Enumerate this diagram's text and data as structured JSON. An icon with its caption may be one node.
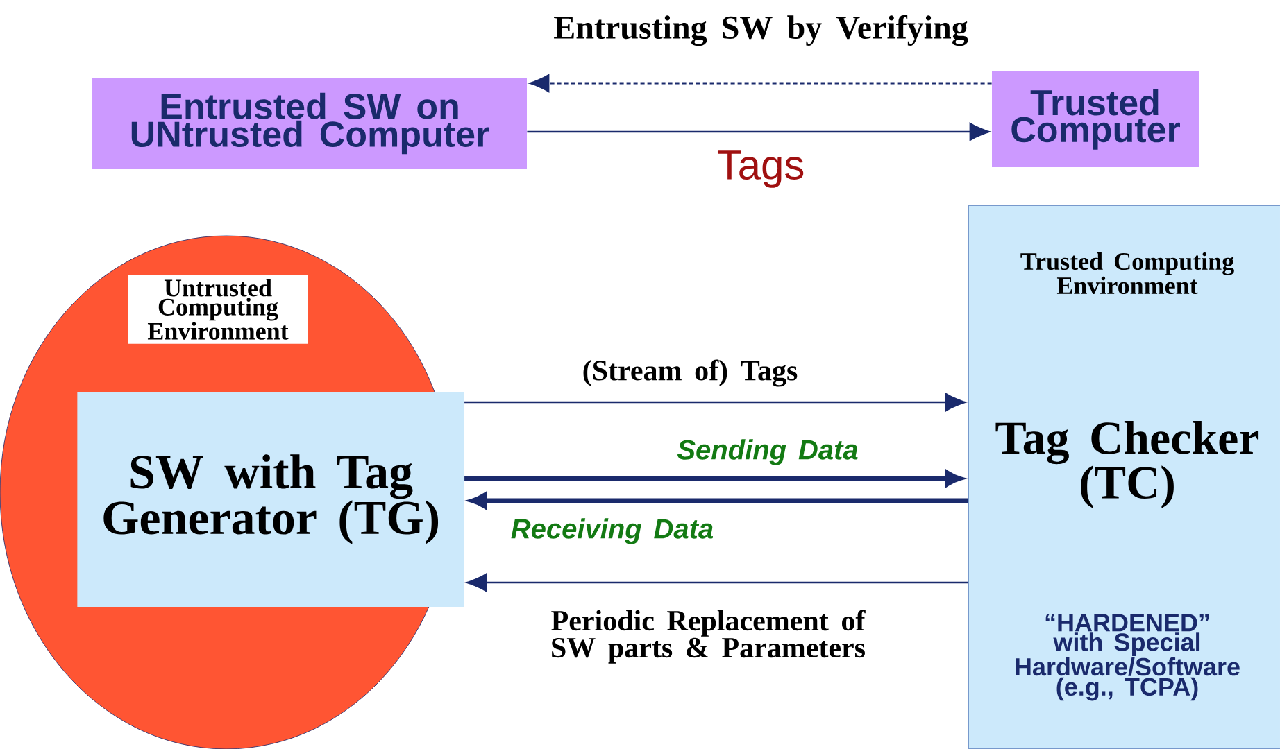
{
  "diagram": {
    "title": "Entrusting SW by Verifying",
    "nodes": [
      {
        "text": [
          "Entrusted SW on UNtrusted Computer"
        ]
      },
      {
        "text": [
          "Trusted Computer"
        ]
      },
      {
        "text": [
          "Untrusted Computing Environment"
        ]
      },
      {
        "text": [
          "SW with Tag Generator (TG)"
        ],
        "in": 2
      },
      {
        "text": [
          "Trusted Computing Environment",
          "Tag Checker (TC)",
          "“HARDENED” with Special Hardware/Software (e.g., TCPA)"
        ]
      }
    ],
    "edges": [
      {
        "from": 0,
        "to": 1,
        "arrow": "to",
        "label": "Tags"
      },
      {
        "from": 1,
        "to": 0,
        "arrow": "to",
        "style": "dashed"
      },
      {
        "from": 3,
        "to": 4,
        "arrow": "to",
        "label": "(Stream of) Tags"
      },
      {
        "from": 3,
        "to": 4,
        "arrow": "to",
        "style": "thick",
        "label": "Sending Data"
      },
      {
        "from": 4,
        "to": 3,
        "arrow": "to",
        "style": "thick",
        "label": "Receiving Data"
      },
      {
        "from": 4,
        "to": 3,
        "arrow": "to",
        "label": "Periodic Replacement of SW parts & Parameters"
      }
    ]
  }
}
